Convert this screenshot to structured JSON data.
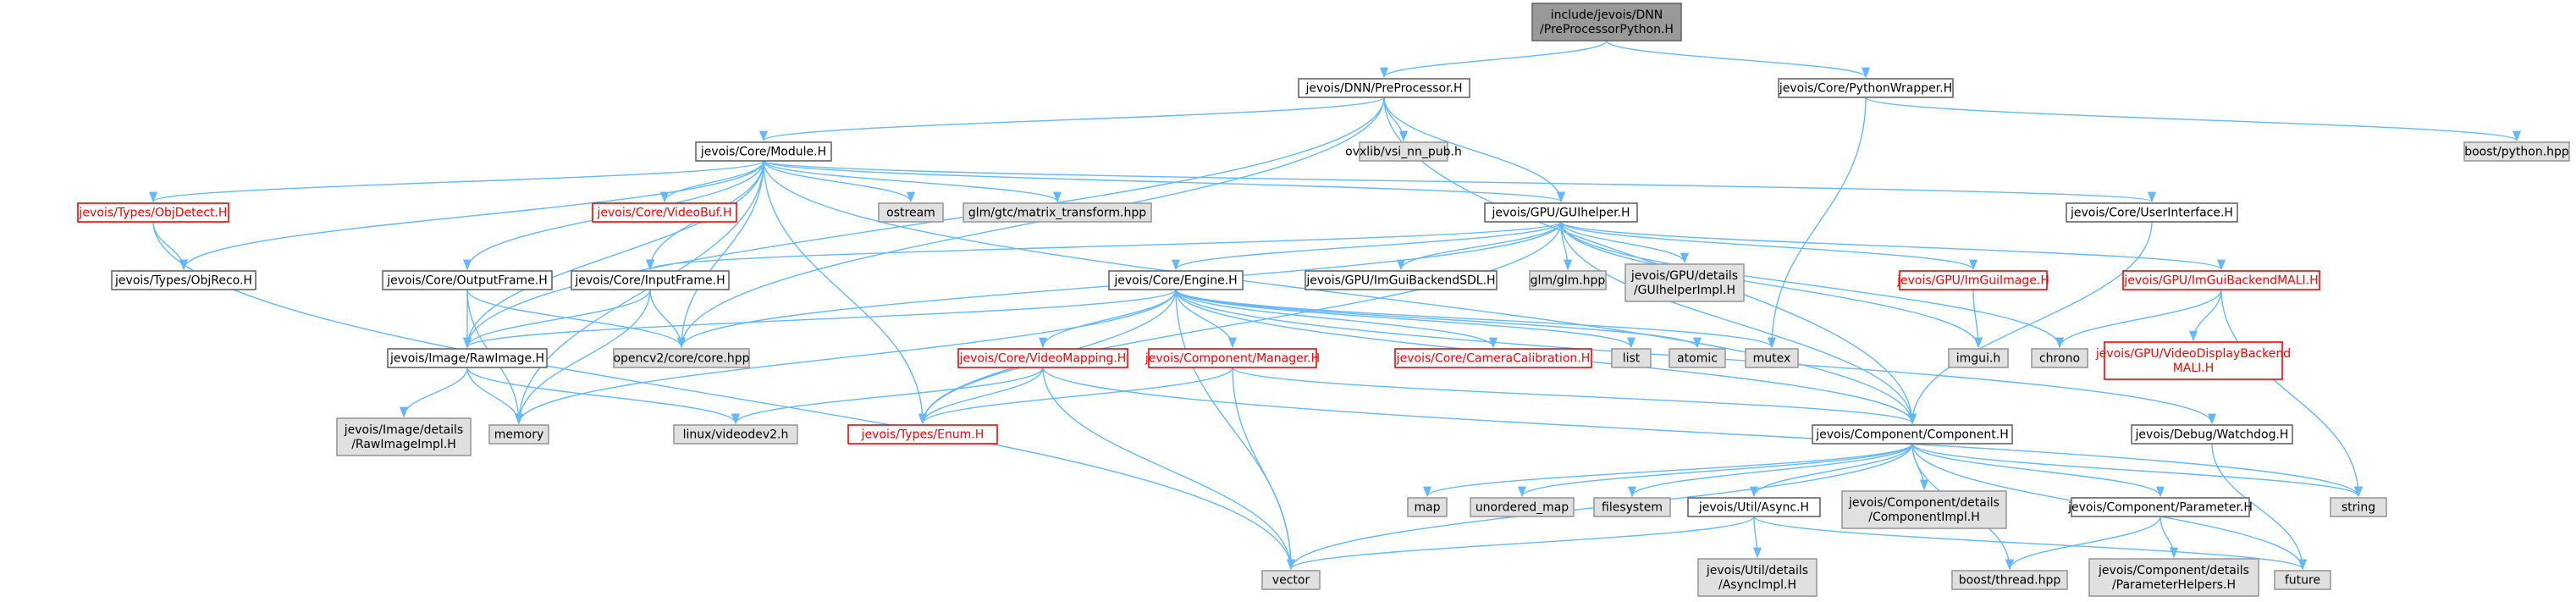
{
  "colors": {
    "edge": "#63b8ff",
    "root_fill": "#999999",
    "gray_fill": "#e0e0e0",
    "red_border": "#ff0000",
    "white_border": "#666666"
  },
  "nodes": [
    {
      "id": "root",
      "lines": [
        "include/jevois/DNN",
        "/PreProcessorPython.H"
      ],
      "style": "root"
    },
    {
      "id": "preproc",
      "lines": [
        "jevois/DNN/PreProcessor.H"
      ],
      "style": "white"
    },
    {
      "id": "pywrap",
      "lines": [
        "jevois/Core/PythonWrapper.H"
      ],
      "style": "white"
    },
    {
      "id": "module",
      "lines": [
        "jevois/Core/Module.H"
      ],
      "style": "white"
    },
    {
      "id": "ovx",
      "lines": [
        "ovxlib/vsi_nn_pub.h"
      ],
      "style": "gray"
    },
    {
      "id": "boostpy",
      "lines": [
        "boost/python.hpp"
      ],
      "style": "gray"
    },
    {
      "id": "objdetect",
      "lines": [
        "jevois/Types/ObjDetect.H"
      ],
      "style": "red"
    },
    {
      "id": "videobuf",
      "lines": [
        "jevois/Core/VideoBuf.H"
      ],
      "style": "red"
    },
    {
      "id": "ostream",
      "lines": [
        "ostream"
      ],
      "style": "gray"
    },
    {
      "id": "glmmat",
      "lines": [
        "glm/gtc/matrix_transform.hpp"
      ],
      "style": "gray"
    },
    {
      "id": "guihelper",
      "lines": [
        "jevois/GPU/GUIhelper.H"
      ],
      "style": "white"
    },
    {
      "id": "userif",
      "lines": [
        "jevois/Core/UserInterface.H"
      ],
      "style": "white"
    },
    {
      "id": "objreco",
      "lines": [
        "jevois/Types/ObjReco.H"
      ],
      "style": "white"
    },
    {
      "id": "outframe",
      "lines": [
        "jevois/Core/OutputFrame.H"
      ],
      "style": "white"
    },
    {
      "id": "inframe",
      "lines": [
        "jevois/Core/InputFrame.H"
      ],
      "style": "white"
    },
    {
      "id": "engine",
      "lines": [
        "jevois/Core/Engine.H"
      ],
      "style": "white"
    },
    {
      "id": "imguisdl",
      "lines": [
        "jevois/GPU/ImGuiBackendSDL.H"
      ],
      "style": "white"
    },
    {
      "id": "glmhpp",
      "lines": [
        "glm/glm.hpp"
      ],
      "style": "gray"
    },
    {
      "id": "guiimpl",
      "lines": [
        "jevois/GPU/details",
        "/GUIhelperImpl.H"
      ],
      "style": "gray"
    },
    {
      "id": "imguiimage",
      "lines": [
        "jevois/GPU/ImGuiImage.H"
      ],
      "style": "red"
    },
    {
      "id": "imguimali",
      "lines": [
        "jevois/GPU/ImGuiBackendMALI.H"
      ],
      "style": "red"
    },
    {
      "id": "rawimage",
      "lines": [
        "jevois/Image/RawImage.H"
      ],
      "style": "white"
    },
    {
      "id": "opencv",
      "lines": [
        "opencv2/core/core.hpp"
      ],
      "style": "gray"
    },
    {
      "id": "videomap",
      "lines": [
        "jevois/Core/VideoMapping.H"
      ],
      "style": "red"
    },
    {
      "id": "manager",
      "lines": [
        "jevois/Component/Manager.H"
      ],
      "style": "red"
    },
    {
      "id": "camcal",
      "lines": [
        "jevois/Core/CameraCalibration.H"
      ],
      "style": "red"
    },
    {
      "id": "list",
      "lines": [
        "list"
      ],
      "style": "gray"
    },
    {
      "id": "atomic",
      "lines": [
        "atomic"
      ],
      "style": "gray"
    },
    {
      "id": "mutex",
      "lines": [
        "mutex"
      ],
      "style": "gray"
    },
    {
      "id": "imguih",
      "lines": [
        "imgui.h"
      ],
      "style": "gray"
    },
    {
      "id": "chrono",
      "lines": [
        "chrono"
      ],
      "style": "gray"
    },
    {
      "id": "videodispmali",
      "lines": [
        "jevois/GPU/VideoDisplayBackend",
        "MALI.H"
      ],
      "style": "red"
    },
    {
      "id": "rawimpl",
      "lines": [
        "jevois/Image/details",
        "/RawImageImpl.H"
      ],
      "style": "gray"
    },
    {
      "id": "memory",
      "lines": [
        "memory"
      ],
      "style": "gray"
    },
    {
      "id": "videodev2",
      "lines": [
        "linux/videodev2.h"
      ],
      "style": "gray"
    },
    {
      "id": "enum",
      "lines": [
        "jevois/Types/Enum.H"
      ],
      "style": "red"
    },
    {
      "id": "component",
      "lines": [
        "jevois/Component/Component.H"
      ],
      "style": "white"
    },
    {
      "id": "watchdog",
      "lines": [
        "jevois/Debug/Watchdog.H"
      ],
      "style": "white"
    },
    {
      "id": "map",
      "lines": [
        "map"
      ],
      "style": "gray"
    },
    {
      "id": "umap",
      "lines": [
        "unordered_map"
      ],
      "style": "gray"
    },
    {
      "id": "filesystem",
      "lines": [
        "filesystem"
      ],
      "style": "gray"
    },
    {
      "id": "async",
      "lines": [
        "jevois/Util/Async.H"
      ],
      "style": "white"
    },
    {
      "id": "compimpl",
      "lines": [
        "jevois/Component/details",
        "/ComponentImpl.H"
      ],
      "style": "gray"
    },
    {
      "id": "parameter",
      "lines": [
        "jevois/Component/Parameter.H"
      ],
      "style": "white"
    },
    {
      "id": "string",
      "lines": [
        "string"
      ],
      "style": "gray"
    },
    {
      "id": "vector",
      "lines": [
        "vector"
      ],
      "style": "gray"
    },
    {
      "id": "asyncimpl",
      "lines": [
        "jevois/Util/details",
        "/AsyncImpl.H"
      ],
      "style": "gray"
    },
    {
      "id": "boostthread",
      "lines": [
        "boost/thread.hpp"
      ],
      "style": "gray"
    },
    {
      "id": "paramhelpers",
      "lines": [
        "jevois/Component/details",
        "/ParameterHelpers.H"
      ],
      "style": "gray"
    },
    {
      "id": "future",
      "lines": [
        "future"
      ],
      "style": "gray"
    }
  ],
  "edges": [
    [
      "root",
      "preproc"
    ],
    [
      "root",
      "pywrap"
    ],
    [
      "preproc",
      "module"
    ],
    [
      "preproc",
      "ovx"
    ],
    [
      "preproc",
      "guihelper"
    ],
    [
      "preproc",
      "rawimage"
    ],
    [
      "preproc",
      "opencv"
    ],
    [
      "preproc",
      "component"
    ],
    [
      "pywrap",
      "boostpy"
    ],
    [
      "pywrap",
      "mutex"
    ],
    [
      "module",
      "objdetect"
    ],
    [
      "module",
      "objreco"
    ],
    [
      "module",
      "videobuf"
    ],
    [
      "module",
      "ostream"
    ],
    [
      "module",
      "glmmat"
    ],
    [
      "module",
      "guihelper"
    ],
    [
      "module",
      "userif"
    ],
    [
      "module",
      "outframe"
    ],
    [
      "module",
      "inframe"
    ],
    [
      "module",
      "rawimage"
    ],
    [
      "module",
      "opencv"
    ],
    [
      "module",
      "memory"
    ],
    [
      "module",
      "enum"
    ],
    [
      "module",
      "component"
    ],
    [
      "objdetect",
      "objreco"
    ],
    [
      "objdetect",
      "vector"
    ],
    [
      "guihelper",
      "inframe"
    ],
    [
      "guihelper",
      "opencv"
    ],
    [
      "guihelper",
      "engine"
    ],
    [
      "guihelper",
      "imguisdl"
    ],
    [
      "guihelper",
      "glmhpp"
    ],
    [
      "guihelper",
      "guiimpl"
    ],
    [
      "guihelper",
      "imguiimage"
    ],
    [
      "guihelper",
      "imguimali"
    ],
    [
      "guihelper",
      "imguih"
    ],
    [
      "guihelper",
      "chrono"
    ],
    [
      "guihelper",
      "enum"
    ],
    [
      "guihelper",
      "component"
    ],
    [
      "userif",
      "component"
    ],
    [
      "outframe",
      "rawimage"
    ],
    [
      "outframe",
      "opencv"
    ],
    [
      "outframe",
      "memory"
    ],
    [
      "inframe",
      "rawimage"
    ],
    [
      "inframe",
      "opencv"
    ],
    [
      "inframe",
      "memory"
    ],
    [
      "engine",
      "rawimage"
    ],
    [
      "engine",
      "videomap"
    ],
    [
      "engine",
      "manager"
    ],
    [
      "engine",
      "camcal"
    ],
    [
      "engine",
      "list"
    ],
    [
      "engine",
      "atomic"
    ],
    [
      "engine",
      "mutex"
    ],
    [
      "engine",
      "memory"
    ],
    [
      "engine",
      "enum"
    ],
    [
      "engine",
      "vector"
    ],
    [
      "engine",
      "component"
    ],
    [
      "engine",
      "watchdog"
    ],
    [
      "imguiimage",
      "imguih"
    ],
    [
      "imguimali",
      "chrono"
    ],
    [
      "imguimali",
      "videodispmali"
    ],
    [
      "imguimali",
      "string"
    ],
    [
      "rawimage",
      "rawimpl"
    ],
    [
      "rawimage",
      "memory"
    ],
    [
      "rawimage",
      "videodev2"
    ],
    [
      "videomap",
      "videodev2"
    ],
    [
      "videomap",
      "enum"
    ],
    [
      "videomap",
      "vector"
    ],
    [
      "videomap",
      "string"
    ],
    [
      "manager",
      "enum"
    ],
    [
      "manager",
      "vector"
    ],
    [
      "manager",
      "component"
    ],
    [
      "component",
      "map"
    ],
    [
      "component",
      "umap"
    ],
    [
      "component",
      "filesystem"
    ],
    [
      "component",
      "async"
    ],
    [
      "component",
      "compimpl"
    ],
    [
      "component",
      "parameter"
    ],
    [
      "component",
      "string"
    ],
    [
      "component",
      "vector"
    ],
    [
      "component",
      "boostthread"
    ],
    [
      "component",
      "future"
    ],
    [
      "watchdog",
      "future"
    ],
    [
      "async",
      "vector"
    ],
    [
      "async",
      "asyncimpl"
    ],
    [
      "async",
      "future"
    ],
    [
      "parameter",
      "boostthread"
    ],
    [
      "parameter",
      "paramhelpers"
    ]
  ]
}
